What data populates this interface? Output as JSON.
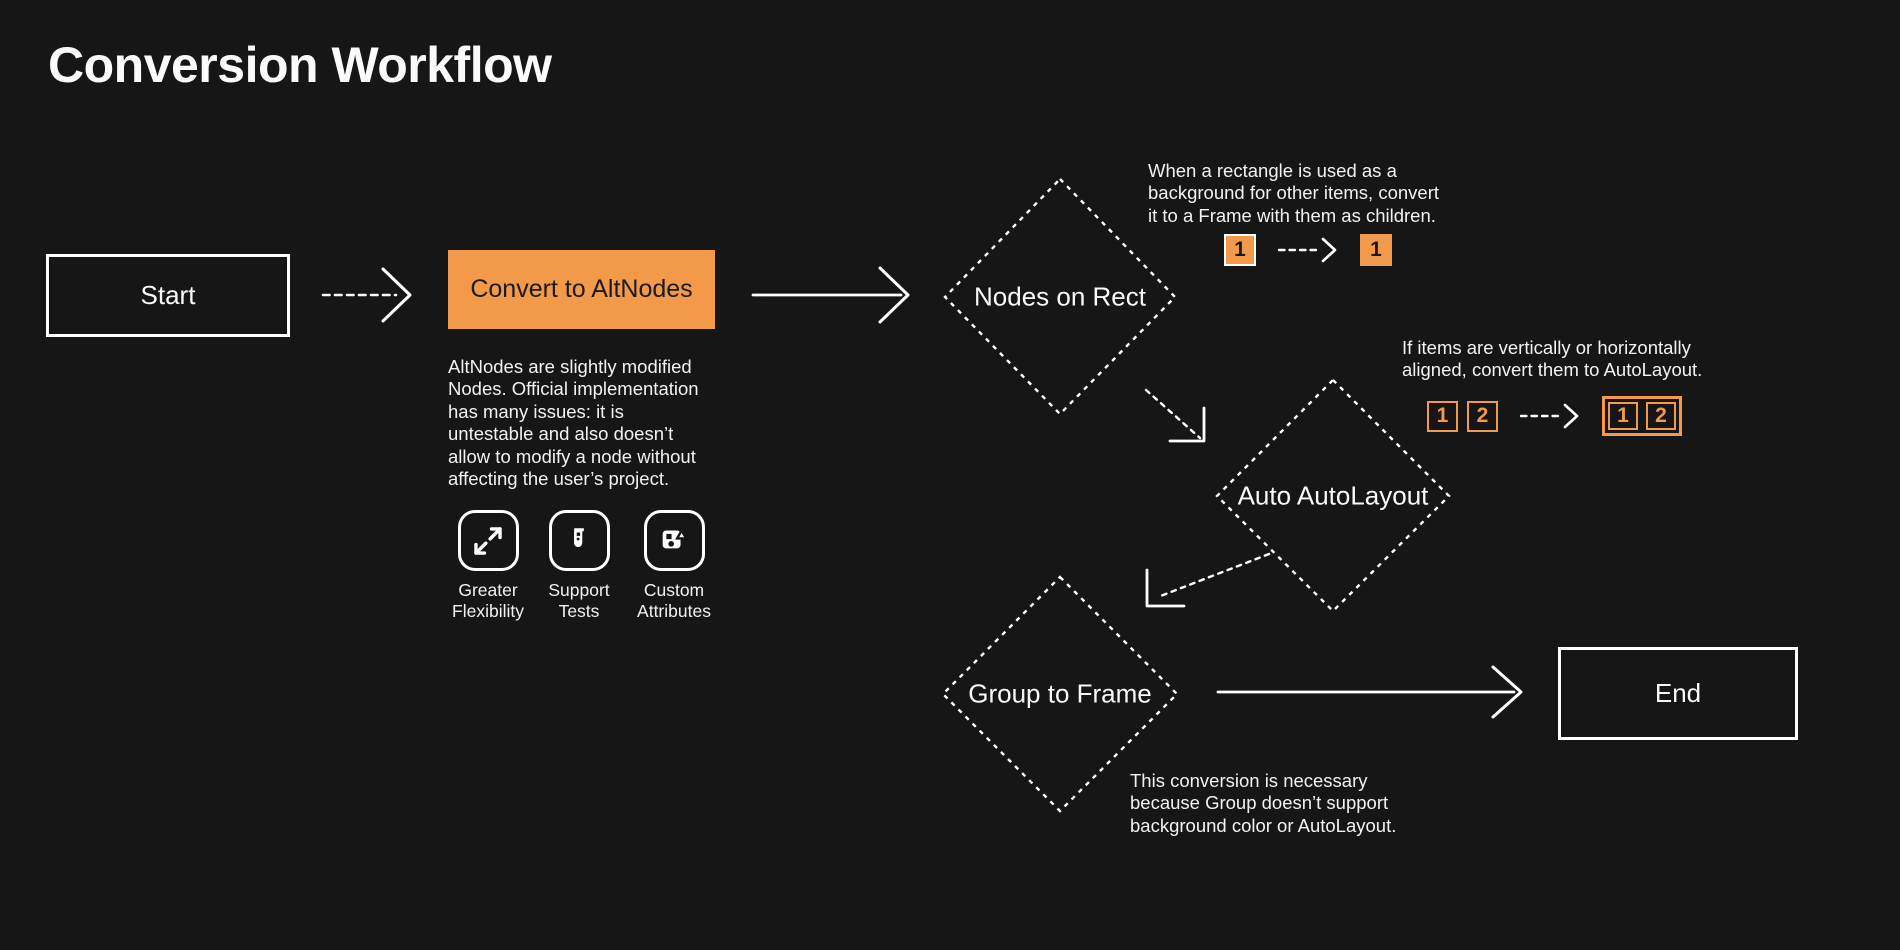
{
  "title": "Conversion Workflow",
  "colors": {
    "background": "#161616",
    "line": "#ffffff",
    "accent": "#F2994A",
    "dark_text": "#1B1B1B"
  },
  "flow": {
    "start": {
      "label": "Start"
    },
    "convert": {
      "label": "Convert to AltNodes",
      "description_lines": [
        "AltNodes are slightly modified",
        "Nodes. Official implementation",
        "has many issues: it is",
        "untestable and also doesn’t",
        "allow to modify a node without",
        "affecting the user’s project."
      ],
      "features": [
        {
          "icon": "expand-arrows-icon",
          "label_lines": [
            "Greater",
            "Flexibility"
          ]
        },
        {
          "icon": "test-tube-icon",
          "label_lines": [
            "Support",
            "Tests"
          ]
        },
        {
          "icon": "shapes-icon",
          "label_lines": [
            "Custom",
            "Attributes"
          ]
        }
      ]
    },
    "nodes_on_rect": {
      "label": "Nodes on Rect",
      "note_lines": [
        "When a rectangle is used as a",
        "background for other items, convert",
        "it to a Frame with them as children."
      ],
      "example": {
        "before": [
          "1"
        ],
        "after": [
          "1"
        ]
      }
    },
    "auto_autolayout": {
      "label": "Auto AutoLayout",
      "note_lines": [
        "If items are vertically or horizontally",
        "aligned, convert them to AutoLayout."
      ],
      "example": {
        "before": [
          "1",
          "2"
        ],
        "after": [
          "1",
          "2"
        ]
      }
    },
    "group_to_frame": {
      "label": "Group to Frame",
      "note_lines": [
        "This conversion is necessary",
        "because Group doesn’t support",
        "background color or AutoLayout."
      ]
    },
    "end": {
      "label": "End"
    }
  }
}
